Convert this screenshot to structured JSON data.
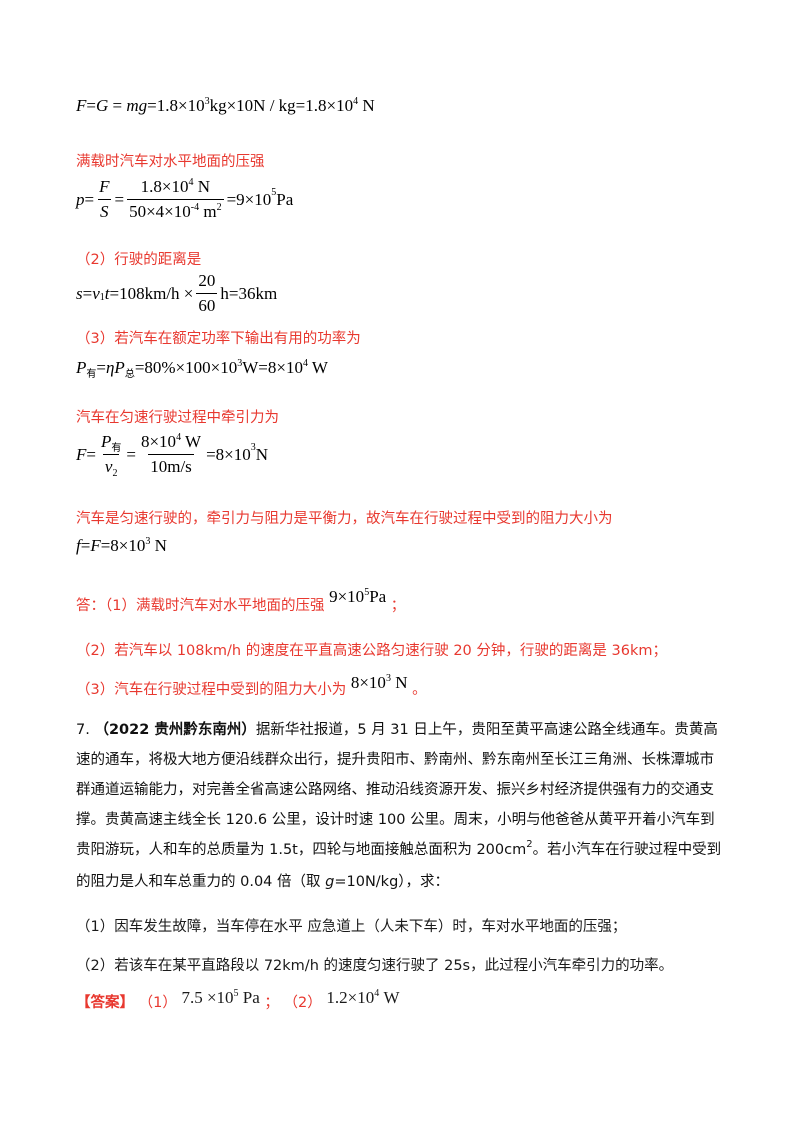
{
  "sol1": {
    "line1": "F=G = mg=1.8×10³kg×10N / kg=1.8×10⁴ N",
    "line1_parts": {
      "a": "F",
      "b": "=",
      "c": "G",
      "d": " = ",
      "e": "mg",
      "f": "=1.8×10",
      "g": "3",
      "h": "kg×10N / kg=1.8×10",
      "i": "4",
      "j": " N"
    },
    "pressure_title": "满载时汽车对水平地面的压强",
    "p_expr": {
      "p": "p",
      "eq1": " = ",
      "F": "F",
      "S": "S",
      "eq2": " = ",
      "num": "1.8×10",
      "num_exp": "4",
      "num_unit": " N",
      "den": "50×4×10",
      "den_exp": "-4",
      "den_unit": " m",
      "den_unit_exp": "2",
      "result": " =9×10",
      "result_exp": "5",
      "result_unit": " Pa"
    },
    "part2_title": "（2）行驶的距离是",
    "s_expr": {
      "s": "s",
      "eq": " = ",
      "v": "v",
      "v_sub": "1",
      "t": "t",
      "rest": "=108km/h ×",
      "num": "20",
      "den": "60",
      "end": "h=36km"
    },
    "part3_title": "（3）若汽车在额定功率下输出有用的功率为",
    "P_expr": {
      "P": "P",
      "sub1": "有",
      "eq": "=",
      "eta": "η",
      "P2": "P",
      "sub2": "总",
      "rest": "=80%×100×10",
      "exp": "3",
      "mid": "W=8×10",
      "exp2": "4",
      "unit": " W"
    },
    "traction_title": "汽车在匀速行驶过程中牵引力为",
    "F_expr": {
      "F": "F",
      "eq": "=",
      "num_P": "P",
      "num_sub": "有",
      "den_v": "v",
      "den_sub": "2",
      "eq2": " = ",
      "num2": "8×10",
      "num2_exp": "4",
      "num2_unit": " W",
      "den2": "10m/s",
      "result": " =8×10",
      "result_exp": "3",
      "result_unit": " N"
    },
    "balance_text": "汽车是匀速行驶的，牵引力与阻力是平衡力，故汽车在行驶过程中受到的阻力大小为",
    "f_expr": {
      "f": "f",
      "eq": "=",
      "F": "F",
      "rest": "=8×10",
      "exp": "3",
      "unit": " N"
    },
    "answer1_prefix": "答：（1）满载时汽车对水平地面的压强",
    "answer1_val": "9×10",
    "answer1_exp": "5",
    "answer1_unit": "Pa",
    "answer1_end": "；",
    "answer2": "（2）若汽车以 108km/h 的速度在平直高速公路匀速行驶 20 分钟，行驶的距离是 36km；",
    "answer3_prefix": "（3）汽车在行驶过程中受到的阻力大小为",
    "answer3_val": "8×10",
    "answer3_exp": "3",
    "answer3_unit": " N",
    "answer3_end": "。"
  },
  "q7": {
    "number": "7.",
    "source": "（2022 贵州黔东南州）",
    "body1": "据新华社报道，5 月 31 日上午，贵阳至黄平高速公路全线通车。贵黄高速的通车，将极大地方便沿线群众出行，提升贵阳市、黔南州、黔东南州至长江三角洲、长株潭城市群通道运输能力，对完善全省高速公路网络、推动沿线资源开发、振兴乡村经济提供强有力的交通支撑。贵黄高速主线全长 120.6 公里，设计时速 100 公里。周末，小明与他爸爸从黄平开着小汽车到贵阳游玩，人和车的总质量为 1.5t，四轮与地面接触总面积为 200cm",
    "body_sup": "2",
    "body2": "。若小汽车在行驶过程中受到的阻力是人和车总重力的 0.04 倍（取 ",
    "g_var": "g",
    "body3": "=10N/kg），求：",
    "sub1": "（1）因车发生故障，当车停在水平   应急道上（人未下车）时，车对水平地面的压强；",
    "sub2": "（2）若该车在某平直路段以 72km/h 的速度匀速行驶了 25s，此过程小汽车牵引力的功率。",
    "answer_label": "【答案】",
    "ans1_idx": "（1）",
    "ans1_val": "7.5 ×10",
    "ans1_exp": "5",
    "ans1_unit": "  Pa",
    "ans_sep": "；",
    "ans2_idx": "（2）",
    "ans2_val": "1.2×10",
    "ans2_exp": "4",
    "ans2_unit": " W"
  }
}
